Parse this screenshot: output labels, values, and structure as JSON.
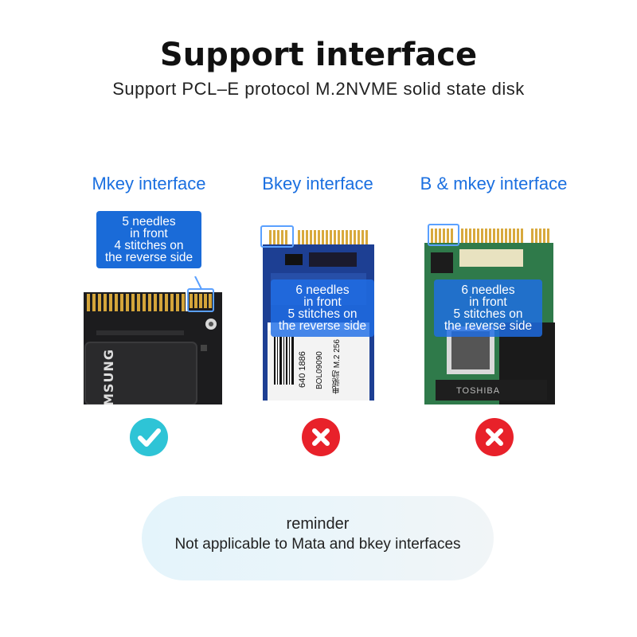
{
  "header": {
    "title": "Support interface",
    "subtitle": "Support PCL–E protocol M.2NVME solid state disk"
  },
  "columns": [
    {
      "label": "Mkey interface",
      "tooltip": [
        "5 needles",
        "in front",
        "4 stitches on",
        "the reverse side"
      ],
      "card_text": "MSUNG",
      "status": "supported"
    },
    {
      "label": "Bkey interface",
      "tooltip": [
        "6 needles",
        "in front",
        "5 stitches on",
        "the reverse side"
      ],
      "card_text": [
        "640 1886",
        "BOL09090",
        "电驱动 M.2 256"
      ],
      "status": "not-supported"
    },
    {
      "label": "B & mkey interface",
      "tooltip": [
        "6 needles",
        "in front",
        "5 stitches on",
        "the reverse side"
      ],
      "card_text": "TOSHIBA",
      "status": "not-supported"
    }
  ],
  "reminder": {
    "title": "reminder",
    "text": "Not applicable to Mata and bkey interfaces"
  },
  "colors": {
    "accent": "#1a6fe0",
    "ok": "#2ec4d6",
    "fail": "#e8212a"
  }
}
